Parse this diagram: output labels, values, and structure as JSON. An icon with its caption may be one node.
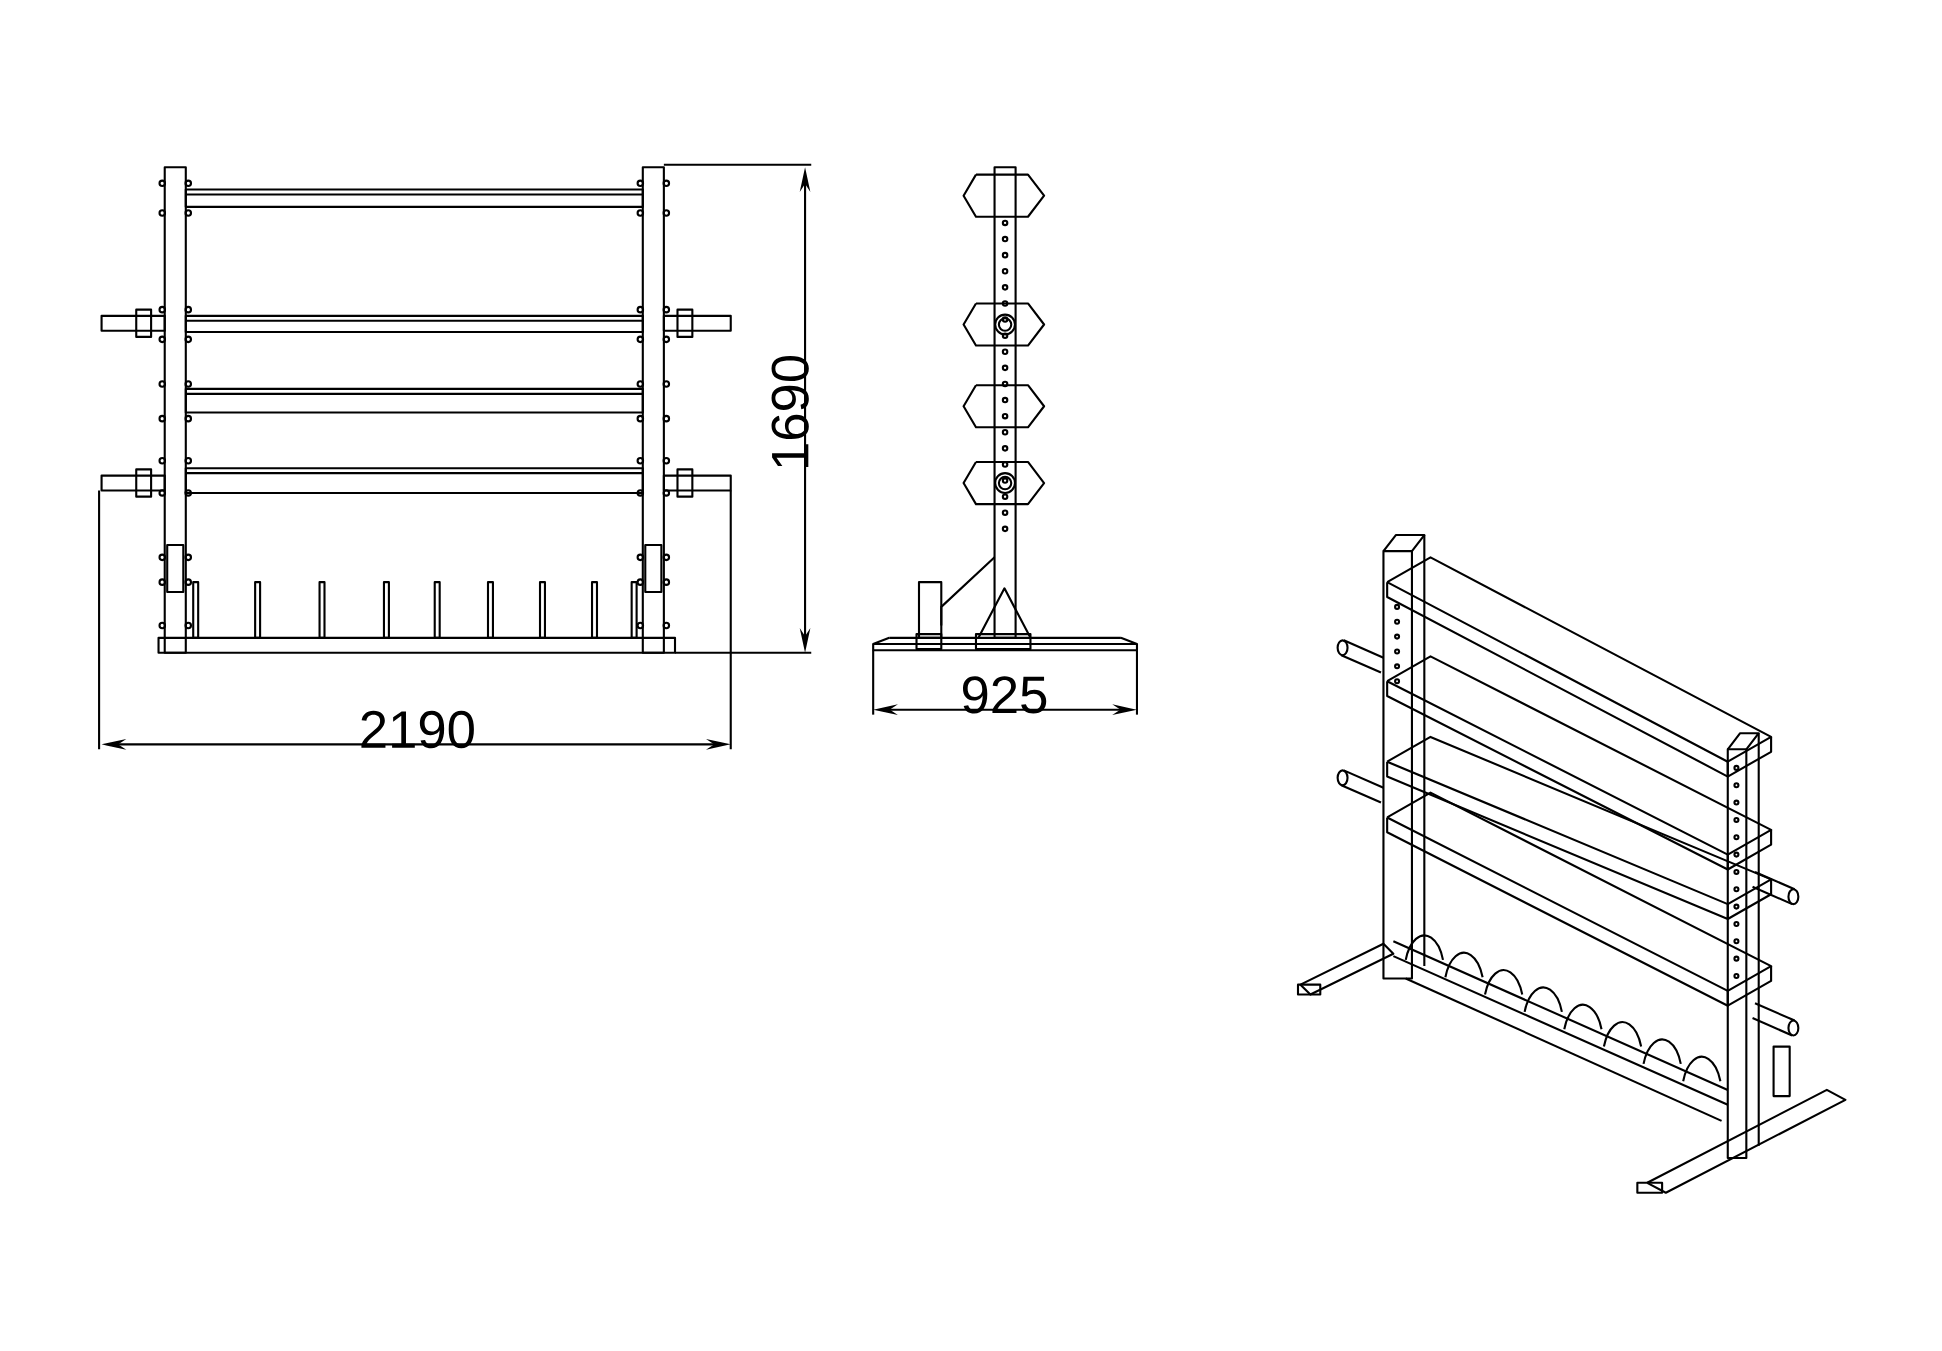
{
  "diagram": {
    "labels": [
      "1690",
      "925",
      "2190"
    ]
  }
}
